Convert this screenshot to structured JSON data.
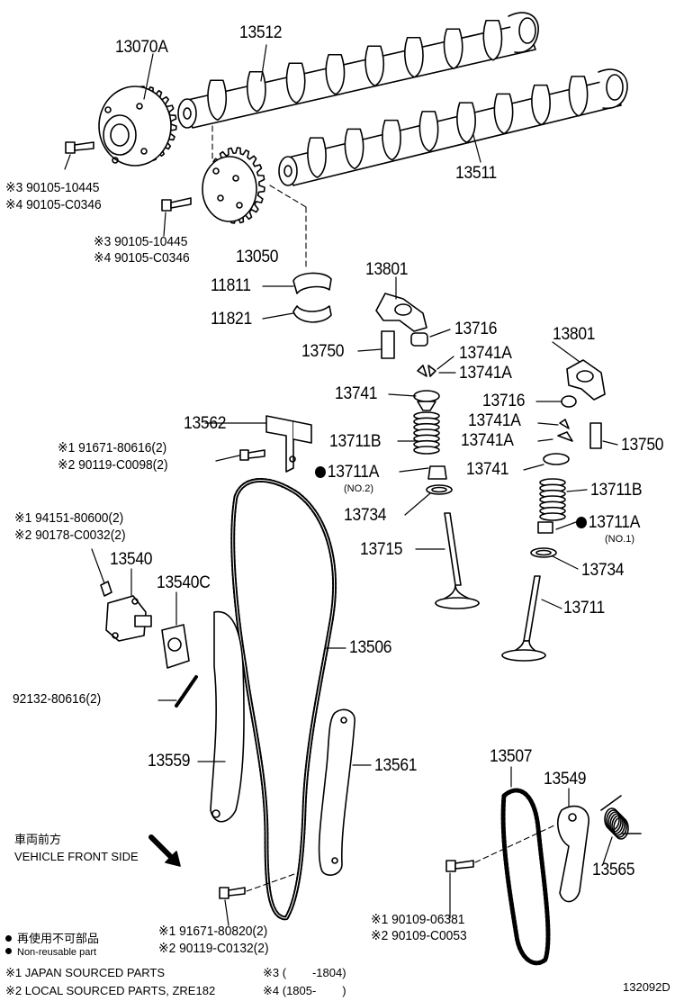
{
  "parts": {
    "p13070A": "13070A",
    "p13512": "13512",
    "p13511": "13511",
    "p13050": "13050",
    "p11811": "11811",
    "p11821": "11821",
    "p13801a": "13801",
    "p13801b": "13801",
    "p13716a": "13716",
    "p13716b": "13716",
    "p13750a": "13750",
    "p13750b": "13750",
    "p13741A_1": "13741A",
    "p13741A_2": "13741A",
    "p13741A_3": "13741A",
    "p13741A_4": "13741A",
    "p13741a": "13741",
    "p13741b": "13741",
    "p13711Ba": "13711B",
    "p13711Bb": "13711B",
    "p13711Aa": "13711A",
    "p13711Ab": "13711A",
    "no2": "(NO.2)",
    "no1": "(NO.1)",
    "p13734a": "13734",
    "p13734b": "13734",
    "p13715": "13715",
    "p13711": "13711",
    "p13562": "13562",
    "p13540": "13540",
    "p13540C": "13540C",
    "p13506": "13506",
    "p13559": "13559",
    "p13561": "13561",
    "p13507": "13507",
    "p13549": "13549",
    "p13565": "13565",
    "b1": "※3 90105-10445",
    "b2": "※4 90105-C0346",
    "b3": "※3 90105-10445",
    "b4": "※4 90105-C0346",
    "b5": "※1 91671-80616(2)",
    "b6": "※2 90119-C0098(2)",
    "b7": "※1 94151-80600(2)",
    "b8": "※2 90178-C0032(2)",
    "b9": "92132-80616(2)",
    "b10": "※1 91671-80820(2)",
    "b11": "※2 90119-C0132(2)",
    "b12": "※1 90109-06381",
    "b13": "※2 90109-C0053"
  },
  "notes": {
    "front_jp": "車両前方",
    "front_en": "VEHICLE FRONT SIDE",
    "nonreuse_jp": "再使用不可部品",
    "nonreuse_en": "Non-reusable part",
    "n1": "※1 JAPAN SOURCED PARTS",
    "n2": "※2 LOCAL SOURCED PARTS, ZRE182",
    "n3": "※3 (        -1804)",
    "n4": "※4 (1805-        )",
    "diagram_id": "132092D"
  }
}
